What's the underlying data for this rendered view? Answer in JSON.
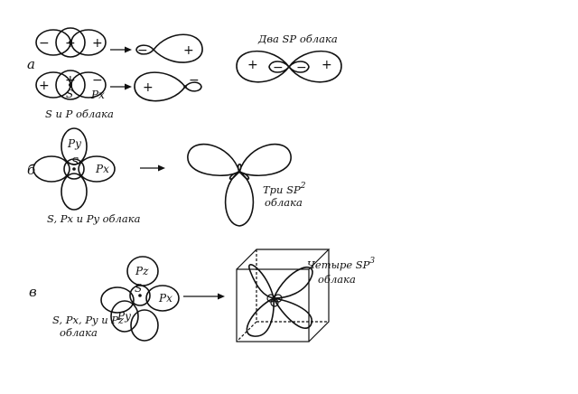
{
  "colors": {
    "ink": "#111111",
    "paper": "#ffffff"
  },
  "section_a": {
    "letter": "а",
    "top_row_signs": [
      "−",
      "+",
      "+"
    ],
    "mid_row_signs": [
      "+",
      "−",
      "+"
    ],
    "top_result_signs": [
      "−",
      "+"
    ],
    "mid_result_signs": [
      "+",
      "−"
    ],
    "s_label": "S",
    "p_label": "Px",
    "caption": "S и P облака",
    "two_sp_title": "Два SP облака",
    "two_sp_signs": [
      "+",
      "−",
      "−",
      "+"
    ]
  },
  "section_b": {
    "letter": "б",
    "py_label": "Py",
    "s_label": "S",
    "px_label": "Px",
    "caption": "S, Px и Py облака",
    "result_caption_line1": "Три SP",
    "result_sup": "2",
    "result_caption_line2": "облака"
  },
  "section_v": {
    "letter": "в",
    "pz_label": "Pz",
    "s_label": "S",
    "px_label": "Px",
    "py_label": "Py",
    "caption_line1": "S, Px, Py и Pz",
    "caption_line2": "облака",
    "result_caption_line1": "Четыре SP",
    "result_sup": "3",
    "result_caption_line2": "облака"
  }
}
